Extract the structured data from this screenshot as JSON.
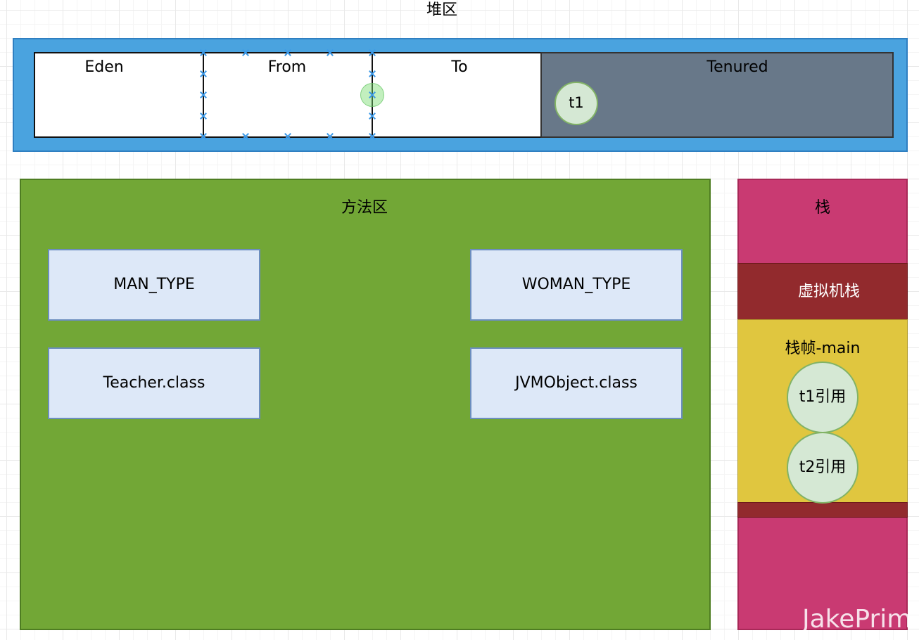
{
  "heap": {
    "title": "堆区",
    "eden": "Eden",
    "from": "From",
    "to": "To",
    "tenured": "Tenured",
    "object_t1": "t1"
  },
  "method_area": {
    "title": "方法区",
    "classes": [
      "MAN_TYPE",
      "WOMAN_TYPE",
      "Teacher.class",
      "JVMObject.class"
    ]
  },
  "stack": {
    "title": "栈",
    "vm_stack": "虚拟机栈",
    "frame": "栈帧-main",
    "refs": [
      "t1引用",
      "t2引用"
    ]
  },
  "watermark": "JakePrim",
  "colors": {
    "heap": "#4aa3df",
    "tenured": "#687889",
    "method_area": "#72a736",
    "class_box": "#dde8f8",
    "stack": "#c93a72",
    "vm_stack": "#922a2d",
    "frame": "#e0c63f",
    "object": "#d5e8d4"
  }
}
